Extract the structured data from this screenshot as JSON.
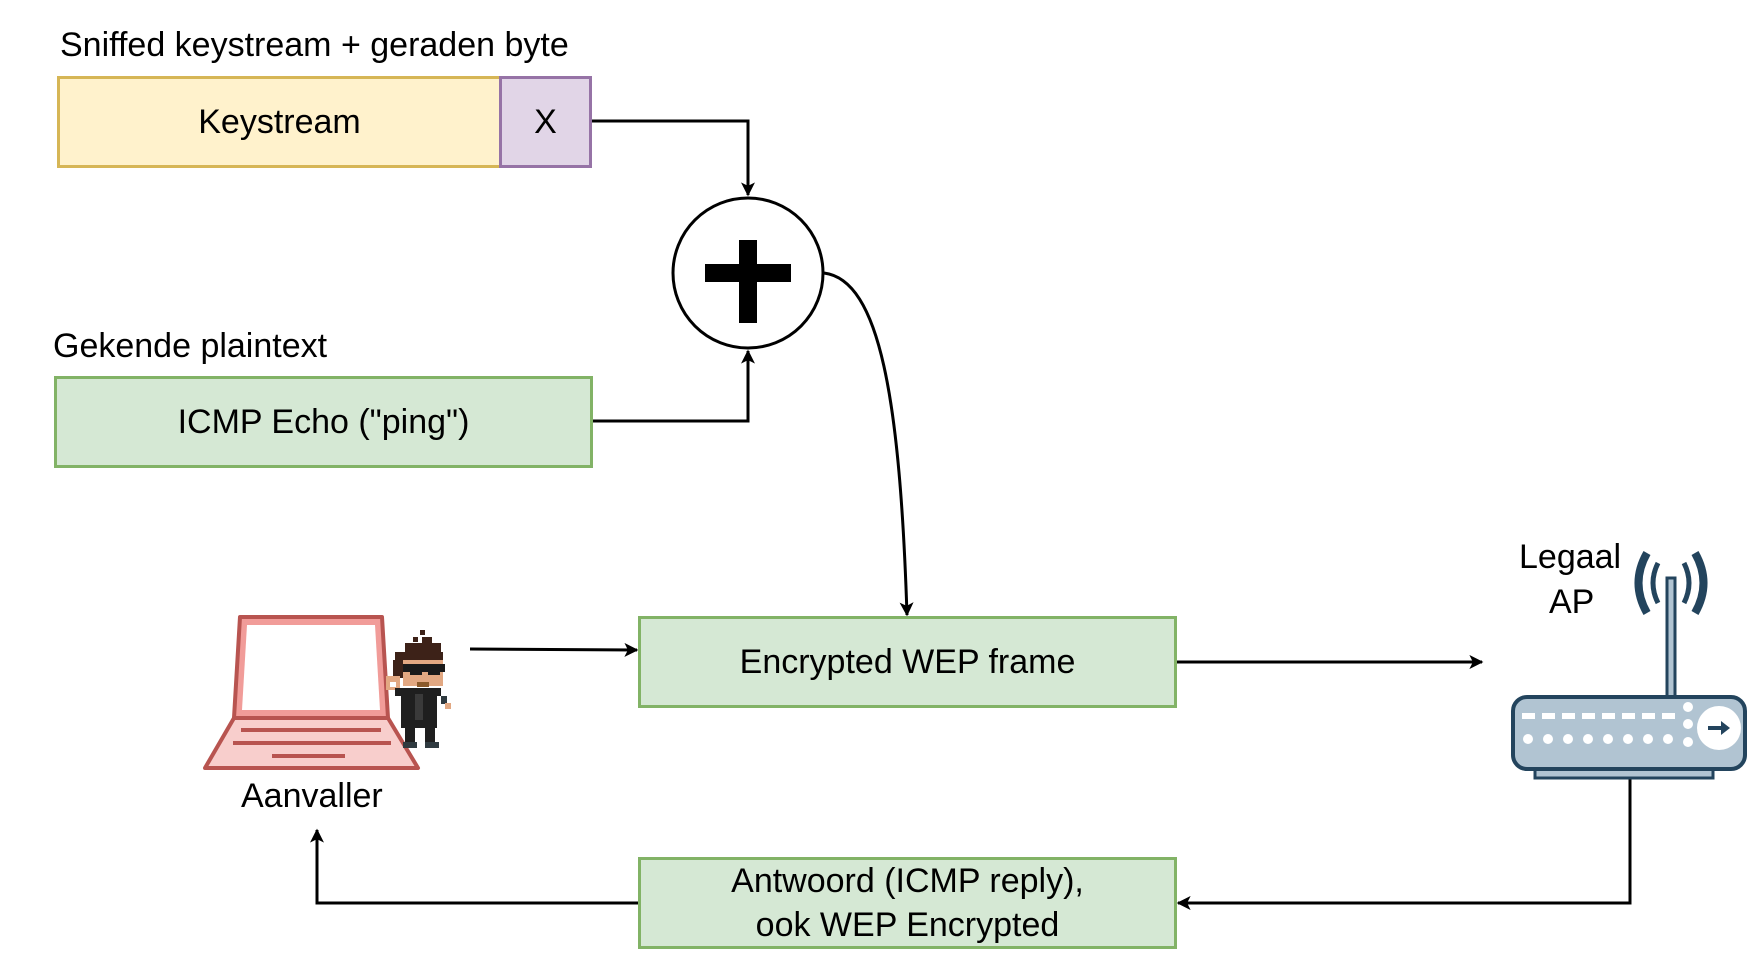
{
  "diagram": {
    "keystream_section": {
      "title": "Sniffed keystream + geraden byte",
      "keystream_label": "Keystream",
      "guessed_byte_label": "X"
    },
    "xor_operator": {
      "symbol": "+",
      "icon": "xor-plus-circle-icon"
    },
    "plaintext_section": {
      "title": "Gekende plaintext",
      "plaintext_label": "ICMP Echo (\"ping\")"
    },
    "encrypted_frame": {
      "label": "Encrypted WEP frame"
    },
    "attacker": {
      "label": "Aanvaller",
      "icons": [
        "laptop-icon",
        "hacker-avatar-icon"
      ]
    },
    "access_point": {
      "label_line1": "Legaal",
      "label_line2": "AP",
      "icon": "wireless-router-icon"
    },
    "reply": {
      "line1": "Antwoord (ICMP reply),",
      "line2": "ook WEP Encrypted"
    },
    "colors": {
      "keystream_fill": "#fff2cc",
      "keystream_border": "#d6b656",
      "byte_fill": "#e1d5e7",
      "byte_border": "#9673a6",
      "green_fill": "#d5e8d4",
      "green_border": "#82b366",
      "laptop": "#ea6b66",
      "router": "#23445d"
    }
  }
}
